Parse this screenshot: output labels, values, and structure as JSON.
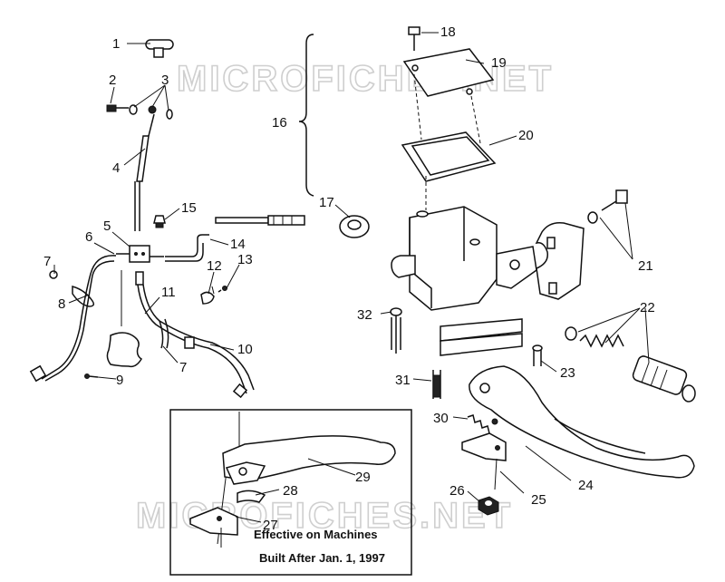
{
  "watermark_text": "MICROFICHES.NET",
  "callouts": [
    "1",
    "2",
    "3",
    "4",
    "5",
    "6",
    "7",
    "8",
    "9",
    "10",
    "11",
    "12",
    "13",
    "14",
    "15",
    "16",
    "17",
    "18",
    "19",
    "20",
    "21",
    "22",
    "23",
    "24",
    "25",
    "26",
    "27",
    "28",
    "29",
    "30",
    "31",
    "32"
  ],
  "callout_7_second": "7",
  "inset_note": {
    "line1": "Effective on Machines",
    "line2": "Built After Jan. 1, 1997"
  }
}
